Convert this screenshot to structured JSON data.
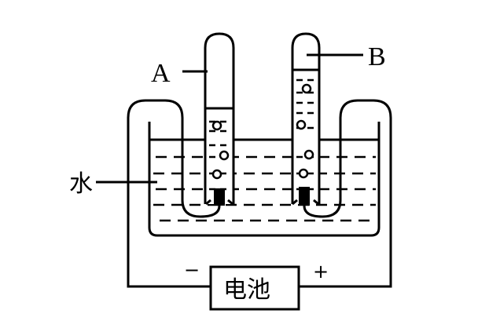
{
  "labels": {
    "tube_a": "A",
    "tube_b": "B",
    "water": "水",
    "battery": "电池",
    "negative": "−",
    "positive": "+"
  },
  "colors": {
    "stroke": "#000000",
    "background": "#ffffff"
  }
}
